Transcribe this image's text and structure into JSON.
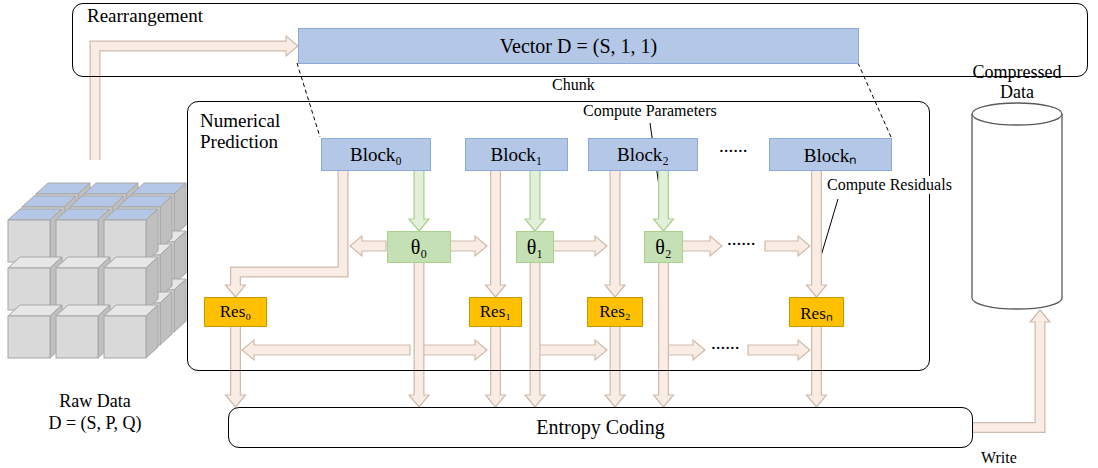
{
  "diagram": {
    "nodes": [
      {
        "text": [
          "Rearrangement"
        ]
      },
      {
        "text": [
          "Vector D = (S, 1, 1)"
        ],
        "in": 0
      },
      {
        "text": [
          "Numerical Prediction"
        ]
      },
      {
        "text": [
          "Block₀"
        ],
        "in": 2
      },
      {
        "text": [
          "Block₁"
        ],
        "in": 2
      },
      {
        "text": [
          "Block₂"
        ],
        "in": 2
      },
      {
        "text": [
          "Blockₙ"
        ],
        "in": 2
      },
      {
        "text": [
          "θ₀"
        ],
        "in": 2
      },
      {
        "text": [
          "θ₁"
        ],
        "in": 2
      },
      {
        "text": [
          "θ₂"
        ],
        "in": 2
      },
      {
        "text": [
          "Res₀"
        ],
        "in": 2
      },
      {
        "text": [
          "Res₁"
        ],
        "in": 2
      },
      {
        "text": [
          "Res₂"
        ],
        "in": 2
      },
      {
        "text": [
          "Resₙ"
        ],
        "in": 2
      },
      {
        "text": [
          "Entropy Coding"
        ]
      },
      {
        "text": [
          "Compressed Data"
        ]
      },
      {
        "text": [
          "Raw Data",
          "D = (S, P, Q)"
        ]
      }
    ],
    "edges": [
      {
        "from": 16,
        "to": 1,
        "arrow": "to"
      },
      {
        "from": 3,
        "to": 7,
        "arrow": "to"
      },
      {
        "from": 4,
        "to": 8,
        "arrow": "to"
      },
      {
        "from": 5,
        "to": 9,
        "arrow": "to"
      },
      {
        "from": 3,
        "to": 10,
        "arrow": "to"
      },
      {
        "from": 4,
        "to": 11,
        "arrow": "to"
      },
      {
        "from": 5,
        "to": 12,
        "arrow": "to"
      },
      {
        "from": 6,
        "to": 13,
        "arrow": "to"
      },
      {
        "from": 10,
        "to": 14,
        "arrow": "to"
      },
      {
        "from": 7,
        "to": 14,
        "arrow": "to"
      },
      {
        "from": 11,
        "to": 14,
        "arrow": "to"
      },
      {
        "from": 8,
        "to": 14,
        "arrow": "to"
      },
      {
        "from": 12,
        "to": 14,
        "arrow": "to"
      },
      {
        "from": 9,
        "to": 14,
        "arrow": "to"
      },
      {
        "from": 13,
        "to": 14,
        "arrow": "to"
      },
      {
        "from": 14,
        "to": 15,
        "label": "Write",
        "arrow": "to"
      }
    ],
    "labels": [
      "Chunk",
      "Compute Parameters",
      "Compute Residuals",
      "......",
      "......",
      "......"
    ]
  }
}
